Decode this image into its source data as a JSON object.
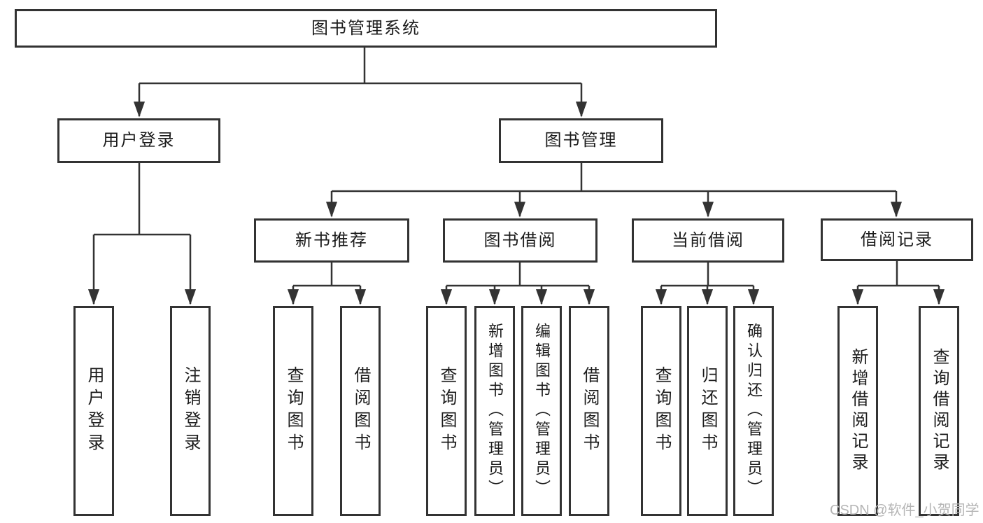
{
  "diagram": {
    "root": {
      "label": "图书管理系统"
    },
    "branches": [
      {
        "label": "用户登录",
        "children": [
          {
            "label": "用户登录"
          },
          {
            "label": "注销登录"
          }
        ]
      },
      {
        "label": "图书管理",
        "children": [
          {
            "label": "新书推荐",
            "children": [
              {
                "label": "查询图书"
              },
              {
                "label": "借阅图书"
              }
            ]
          },
          {
            "label": "图书借阅",
            "children": [
              {
                "label": "查询图书"
              },
              {
                "label": "新增图书（管理员）"
              },
              {
                "label": "编辑图书（管理员）"
              },
              {
                "label": "借阅图书"
              }
            ]
          },
          {
            "label": "当前借阅",
            "children": [
              {
                "label": "查询图书"
              },
              {
                "label": "归还图书"
              },
              {
                "label": "确认归还（管理员）"
              }
            ]
          },
          {
            "label": "借阅记录",
            "children": [
              {
                "label": "新增借阅记录"
              },
              {
                "label": "查询借阅记录"
              }
            ]
          }
        ]
      }
    ]
  },
  "colors": {
    "line": "#333333",
    "text": "#1c1c1c",
    "watermark": "#b5b5b5",
    "background": "#ffffff"
  },
  "watermark": {
    "text": "CSDN @软件_小贺同学"
  }
}
